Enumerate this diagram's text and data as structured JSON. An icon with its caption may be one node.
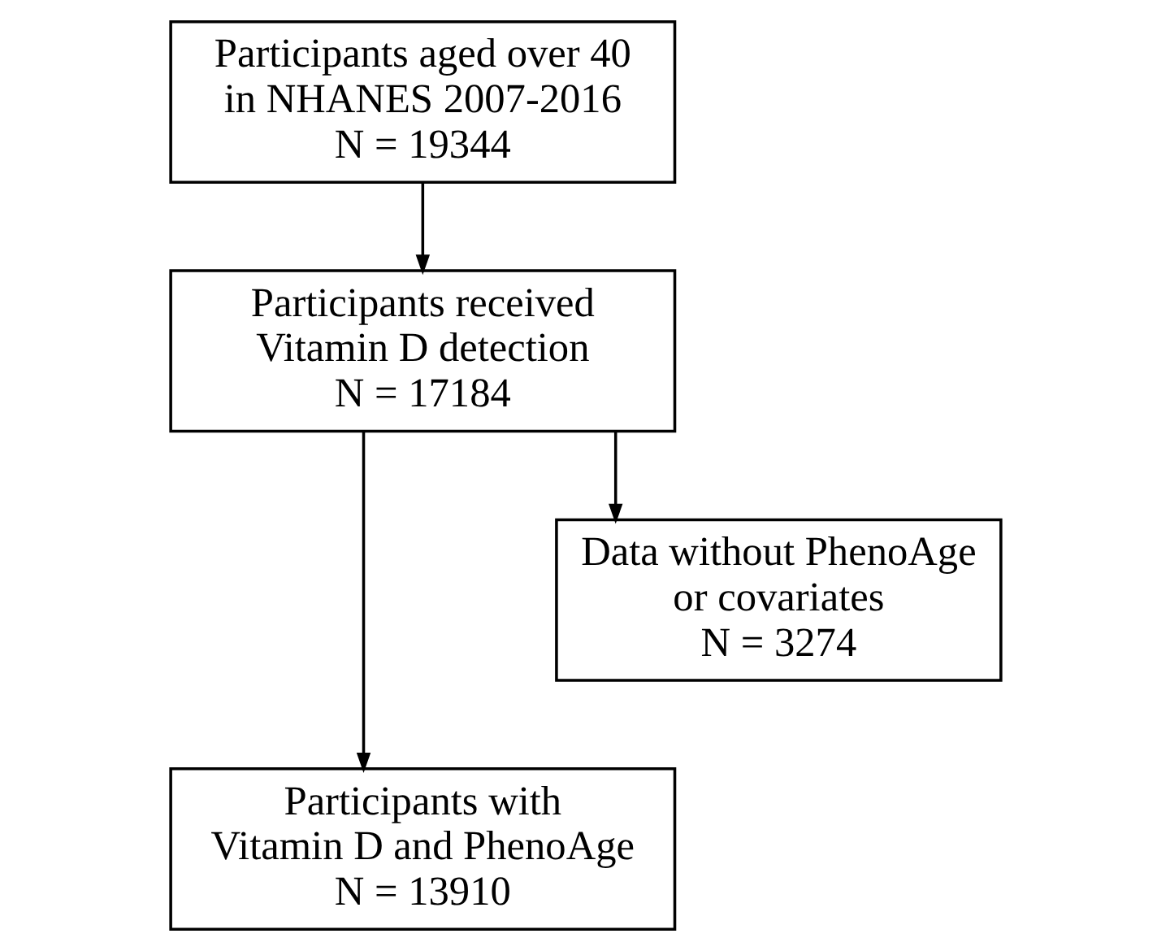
{
  "diagram": {
    "nodes": [
      {
        "text": [
          "Participants aged over 40 in NHANES 2007-2016",
          "N = 19344"
        ]
      },
      {
        "text": [
          "Participants received Vitamin D detection",
          "N = 17184"
        ]
      },
      {
        "text": [
          "Data without PhenoAge or covariates",
          "N = 3274"
        ]
      },
      {
        "text": [
          "Participants with Vitamin D and PhenoAge",
          "N = 13910"
        ]
      }
    ],
    "edges": [
      {
        "from": 0,
        "to": 1,
        "arrow": "to"
      },
      {
        "from": 1,
        "to": 3,
        "arrow": "to"
      },
      {
        "from": 1,
        "to": 2,
        "arrow": "to"
      }
    ]
  }
}
